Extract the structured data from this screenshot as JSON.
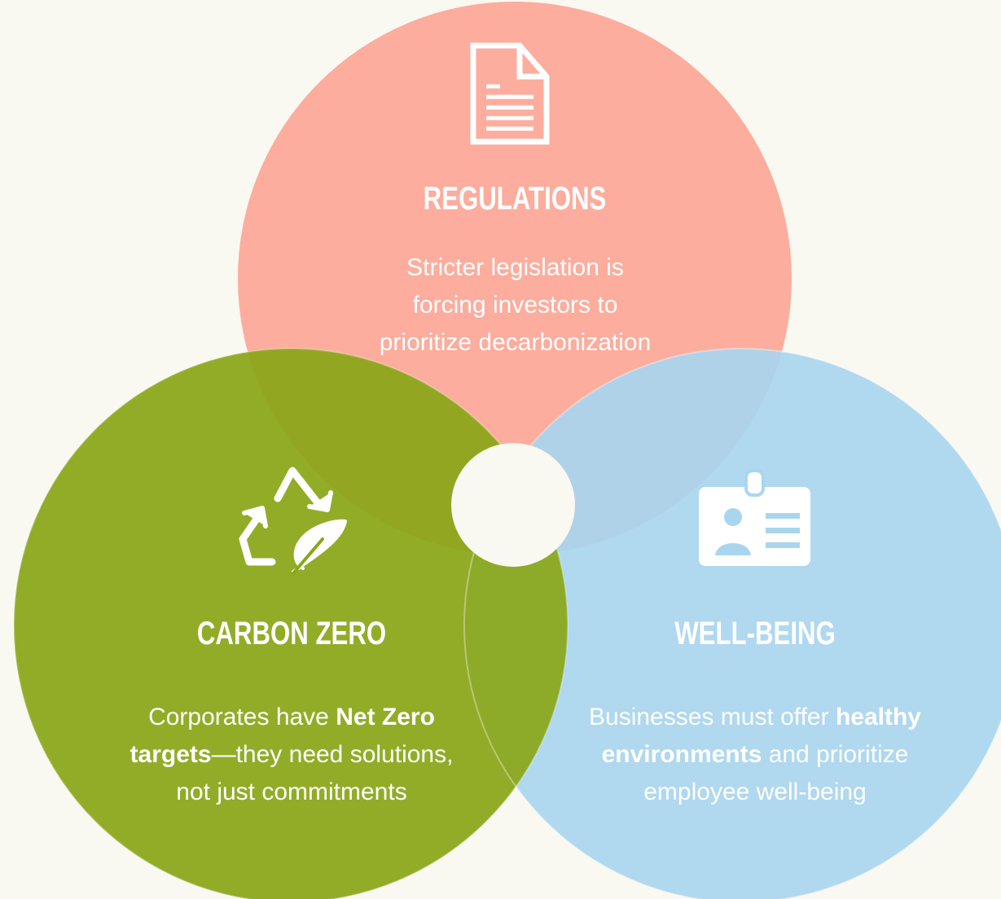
{
  "colors": {
    "background": "#f9f8f1",
    "regulations": "#fcad9d",
    "carbon_zero": "#8aa619",
    "well_being": "#a9d5ef",
    "center_dot": "#f9f8f1",
    "text": "#ffffff"
  },
  "regulations": {
    "icon": "document-icon",
    "title": "REGULATIONS",
    "description": "Stricter legislation is forcing investors to prioritize decarbonization"
  },
  "carbon_zero": {
    "icon": "recycle-leaf-icon",
    "title": "CARBON ZERO",
    "description_pre": "Corporates have ",
    "description_bold": "Net Zero targets",
    "description_post": "—they need solutions, not just commitments"
  },
  "well_being": {
    "icon": "id-badge-icon",
    "title": "WELL-BEING",
    "description_pre": "Businesses must offer ",
    "description_bold": "healthy environments",
    "description_post": " and prioritize employee well-being"
  }
}
